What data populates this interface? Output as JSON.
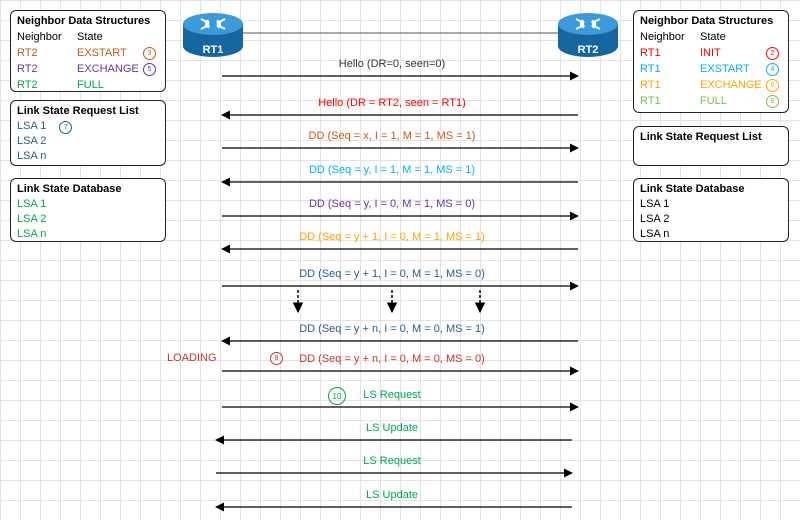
{
  "routers": {
    "left": "RT1",
    "right": "RT2"
  },
  "left_panel": {
    "neighbor_title": "Neighbor Data Structures",
    "col_neighbor": "Neighbor",
    "col_state": "State",
    "rows": [
      {
        "neighbor": "RT2",
        "state": "EXSTART",
        "badge": "3",
        "color": "#c55a11"
      },
      {
        "neighbor": "RT2",
        "state": "EXCHANGE",
        "badge": "5",
        "color": "#7030a0"
      },
      {
        "neighbor": "RT2",
        "state": "FULL",
        "badge": "",
        "color": "#00a651"
      }
    ],
    "lsr_title": "Link State Request List",
    "lsr_items": [
      "LSA 1",
      "LSA 2",
      "LSA n"
    ],
    "lsr_badge": "7",
    "lsdb_title": "Link State Database",
    "lsdb_items": [
      "LSA 1",
      "LSA 2",
      "LSA n"
    ]
  },
  "right_panel": {
    "neighbor_title": "Neighbor Data Structures",
    "col_neighbor": "Neighbor",
    "col_state": "State",
    "rows": [
      {
        "neighbor": "RT1",
        "state": "INIT",
        "badge": "2",
        "color": "#ff0000"
      },
      {
        "neighbor": "RT1",
        "state": "EXSTART",
        "badge": "4",
        "color": "#00b0f0"
      },
      {
        "neighbor": "RT1",
        "state": "EXCHANGE",
        "badge": "6",
        "color": "#ffa500"
      },
      {
        "neighbor": "RT1",
        "state": "FULL",
        "badge": "9",
        "color": "#7cc242"
      }
    ],
    "lsr_title": "Link State Request List",
    "lsdb_title": "Link State Database",
    "lsdb_items": [
      "LSA 1",
      "LSA 2",
      "LSA n"
    ]
  },
  "messages": [
    {
      "text": "Hello (DR=0, seen=0)",
      "dir": "right",
      "color": "#333333"
    },
    {
      "text": "Hello (DR = RT2, seen = RT1)",
      "dir": "left",
      "color": "#ff0000"
    },
    {
      "text": "DD (Seq = x, I = 1, M = 1, MS = 1)",
      "dir": "right",
      "color": "#c55a11"
    },
    {
      "text": "DD (Seq = y, I = 1, M = 1, MS = 1)",
      "dir": "left",
      "color": "#00b0f0"
    },
    {
      "text": "DD (Seq = y, I = 0, M = 1, MS = 0)",
      "dir": "right",
      "color": "#7030a0"
    },
    {
      "text": "DD (Seq = y + 1, I = 0, M = 1, MS = 1)",
      "dir": "left",
      "color": "#ffa500"
    },
    {
      "text": "DD (Seq = y + 1, I = 0, M = 1, MS = 0)",
      "dir": "right",
      "color": "#1f5f8b"
    },
    {
      "text": "DD (Seq = y + n, I = 0, M = 0, MS = 1)",
      "dir": "left",
      "color": "#1f5f8b"
    },
    {
      "text": "DD (Seq = y + n, I = 0, M = 0, MS = 0)",
      "dir": "right",
      "color": "#c0392b",
      "badge": "8"
    },
    {
      "text": "LS Request",
      "dir": "right",
      "color": "#00a651",
      "badge": "10"
    },
    {
      "text": "LS Update",
      "dir": "left",
      "color": "#00a651"
    },
    {
      "text": "LS Request",
      "dir": "right",
      "color": "#00a651"
    },
    {
      "text": "LS Update",
      "dir": "left",
      "color": "#00a651"
    }
  ],
  "loading_label": "LOADING",
  "colors": {
    "router": "#1e7bb5",
    "lsa_left": "#00a651",
    "lsr_left": "#1f5f8b",
    "loading": "#c0392b"
  }
}
